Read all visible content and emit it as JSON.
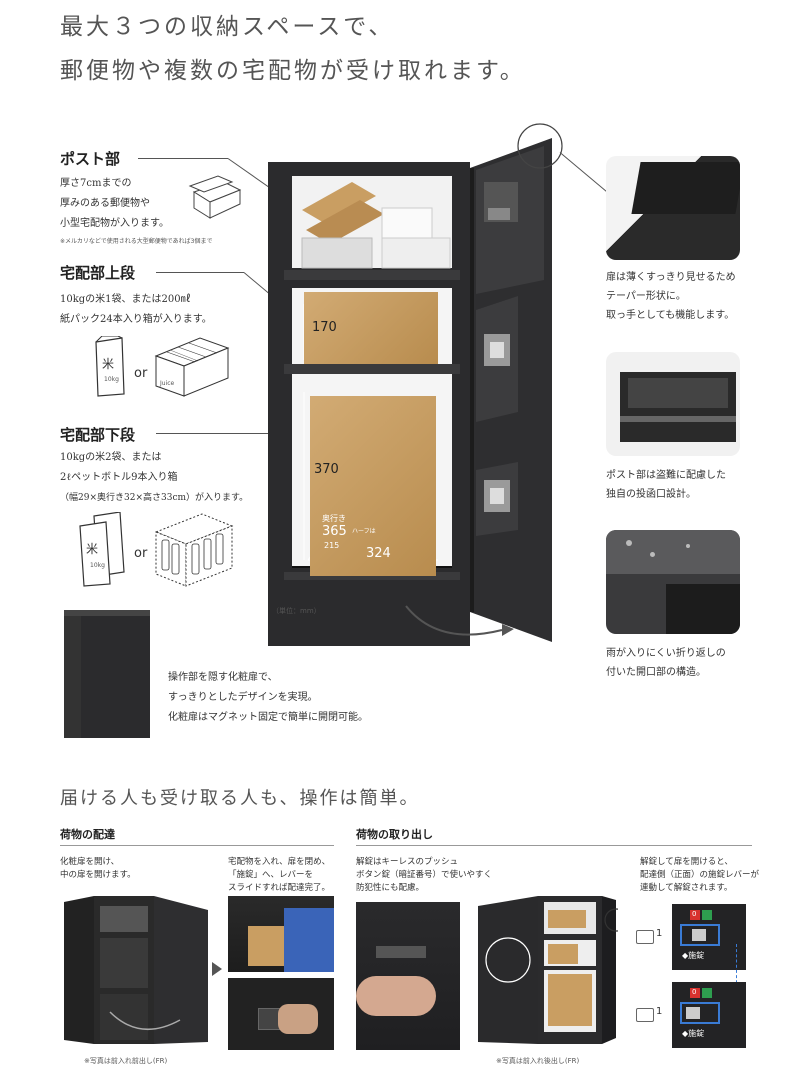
{
  "headline": {
    "line1": "最大３つの収納スペースで、",
    "line2": "郵便物や複数の宅配物が受け取れます。"
  },
  "sections": {
    "post": {
      "title": "ポスト部",
      "lines": [
        "厚さ7cmまでの",
        "厚みのある郵便物や",
        "小型宅配物が入ります。"
      ],
      "note": "※メルカリなどで使用される大型郵便物であれば3個まで"
    },
    "upper": {
      "title": "宅配部上段",
      "lines": [
        "10kgの米1袋、または200㎖",
        "紙パック24本入り箱が入ります。"
      ],
      "or": "or",
      "bag_text": "米",
      "bag_sub": "10kg",
      "carton_text": "Juice"
    },
    "lower": {
      "title": "宅配部下段",
      "lines": [
        "10kgの米2袋、または",
        "2ℓペットボトル9本入り箱",
        "（幅29×奥行き32×高さ33cm）が入ります。"
      ],
      "or": "or",
      "bag_text": "米",
      "bag_sub": "10kg"
    }
  },
  "dims": {
    "d170": "170",
    "d370": "370",
    "d324": "324",
    "d365": "365",
    "depth_label": "奥行き",
    "half_label": "ハーフは",
    "d215": "215",
    "unit": "（単位：mm）"
  },
  "right_captions": {
    "c1": [
      "扉は薄くすっきり見せるため",
      "テーパー形状に。",
      "取っ手としても機能します。"
    ],
    "c2": [
      "ポスト部は盗難に配慮した",
      "独自の投函口設計。"
    ],
    "c3": [
      "雨が入りにくい折り返しの",
      "付いた開口部の構造。"
    ]
  },
  "cover_text": [
    "操作部を隠す化粧扉で、",
    "すっきりとしたデザインを実現。",
    "化粧扉はマグネット固定で簡単に開閉可能。"
  ],
  "section2": {
    "headline": "届ける人も受け取る人も、操作は簡単。",
    "delivery": {
      "title": "荷物の配達",
      "step1": [
        "化粧扉を開け、",
        "中の扉を開けます。"
      ],
      "step2": [
        "宅配物を入れ、扉を閉め、",
        "「施錠」へ、レバーを",
        "スライドすれば配達完了。"
      ],
      "note": "※写真は前入れ前出し(FR)"
    },
    "pickup": {
      "title": "荷物の取り出し",
      "step1": [
        "解錠はキーレスのプッシュ",
        "ボタン錠（暗証番号）で使いやすく",
        "防犯性にも配慮。"
      ],
      "step2": [
        "解錠して扉を開けると、",
        "配達側（正面）の施錠レバーが",
        "連動して解錠されます。"
      ],
      "note": "※写真は前入れ後出し(FR)",
      "panel_label1": "1",
      "panel_label2": "1",
      "lock_label1": "◆施錠",
      "lock_label2": "◆施錠",
      "digit1": "0",
      "digit2": "0"
    }
  },
  "colors": {
    "cabinet": "#2b2b2d",
    "box": "#c99e62",
    "accent_red": "#d8322e",
    "accent_green": "#2e9e4f",
    "panel_blue": "#3a7bd5"
  }
}
